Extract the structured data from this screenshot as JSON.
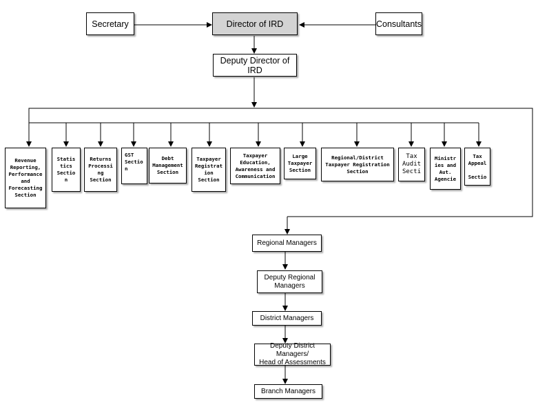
{
  "top": {
    "secretary": "Secretary",
    "director": "Director of IRD",
    "consultants": "Consultants",
    "deputy_director": "Deputy Director of IRD"
  },
  "sections": [
    "Revenue\nReporting,\nPerformance\nand\nForecasting\nSection",
    "Statis\ntics\nSectio\nn",
    "Returns\nProcessi\nng\nSection",
    "GST\nSectio\nn",
    "Debt\nManagement\nSection",
    "Taxpayer\nRegistrat\nion\nSection",
    "Taxpayer\nEducation,\nAwareness and\nCommunication",
    "Large\nTaxpayer\nSection",
    "Regional/District\nTaxpayer Registration\nSection",
    "Tax\nAudit\nSecti",
    "Ministr\nies and\nAut.\nAgencie",
    "Tax\nAppeal\n\nSectio"
  ],
  "chain": [
    "Regional Managers",
    "Deputy Regional\nManagers",
    "District Managers",
    "Deputy District Managers/\nHead of Assessments",
    "Branch Managers"
  ],
  "colors": {
    "head_fill": "#d3d3d3",
    "line": "#000000"
  }
}
